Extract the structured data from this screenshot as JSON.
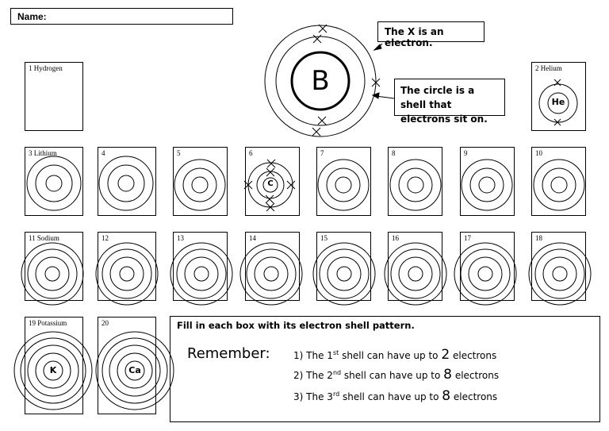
{
  "header": {
    "name_label": "Name:"
  },
  "callouts": {
    "electron": "The X is an electron.",
    "shell": "The circle is a shell that electrons sit on."
  },
  "example_atom": {
    "symbol": "B"
  },
  "elements": [
    {
      "number": "1",
      "name": "Hydrogen",
      "label": "1 Hydrogen"
    },
    {
      "number": "2",
      "name": "Helium",
      "label": "2  Helium",
      "symbol": "He"
    },
    {
      "number": "3",
      "name": "Lithium",
      "label": "3  Lithium"
    },
    {
      "number": "4",
      "label": "4"
    },
    {
      "number": "5",
      "label": "5"
    },
    {
      "number": "6",
      "label": "6",
      "symbol": "C"
    },
    {
      "number": "7",
      "label": "7"
    },
    {
      "number": "8",
      "label": "8"
    },
    {
      "number": "9",
      "label": "9"
    },
    {
      "number": "10",
      "label": "10"
    },
    {
      "number": "11",
      "name": "Sodium",
      "label": "11  Sodium"
    },
    {
      "number": "12",
      "label": "12"
    },
    {
      "number": "13",
      "label": "13"
    },
    {
      "number": "14",
      "label": "14"
    },
    {
      "number": "15",
      "label": "15"
    },
    {
      "number": "16",
      "label": "16"
    },
    {
      "number": "17",
      "label": "17"
    },
    {
      "number": "18",
      "label": "18"
    },
    {
      "number": "19",
      "name": "Potassium",
      "label": "19 Potassium",
      "symbol": "K"
    },
    {
      "number": "20",
      "label": "20",
      "symbol": "Ca"
    }
  ],
  "instructions": {
    "fill_in": "Fill in each box with its electron shell pattern.",
    "remember": "Remember:",
    "rules": [
      {
        "num": "1)",
        "pre": "The ",
        "ord": "1",
        "sup": "st",
        "mid": " shell can have up to ",
        "count": "2",
        "post": " electrons"
      },
      {
        "num": "2)",
        "pre": "The ",
        "ord": "2",
        "sup": "nd",
        "mid": " shell can have up to ",
        "count": "8",
        "post": " electrons"
      },
      {
        "num": "3)",
        "pre": "The ",
        "ord": "3",
        "sup": "rd",
        "mid": " shell can have up to ",
        "count": "8",
        "post": " electrons"
      }
    ]
  }
}
